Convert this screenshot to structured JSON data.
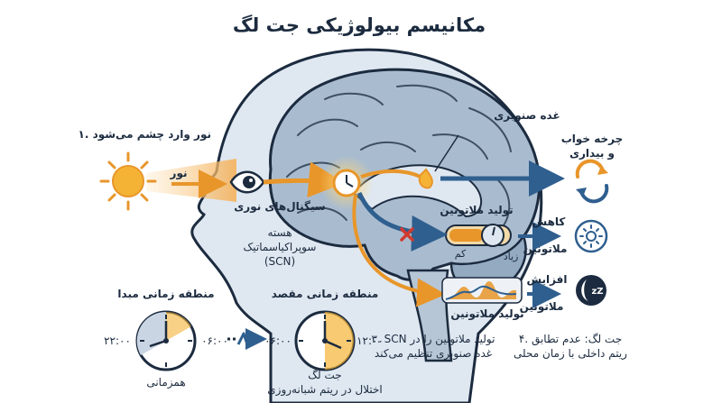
{
  "title": "مکانیسم بیولوژیکی جت لگ",
  "labels": {
    "light_enters_eye": "۱. نور وارد چشم می‌شود",
    "light": "نور",
    "light_signals": "سیگنال‌های نوری",
    "scn_line1": "هسته",
    "scn_line2": "سوپراکیاسماتیک",
    "scn_line3": "(SCN)",
    "pineal_gland": "غده صنوبری",
    "sleep_wake_line1": "چرخه خواب",
    "sleep_wake_line2": "و بیداری",
    "melatonin_production_top": "تولید ملاتونین",
    "melatonin_production_bottom": "تولید ملاتونین",
    "more": "زیاد",
    "less": "کم",
    "decrease": "کاهش",
    "increase": "افزایش",
    "melatonin_1": "ملاتونین",
    "melatonin_2": "ملاتونین",
    "origin_zone": "منطقه زمانی مبدا",
    "dest_zone": "منطقه زمانی مقصد",
    "origin_time_left": "۲۲:۰۰",
    "origin_time_right": "۰۶:۰۰",
    "dest_time_left": "۰۶:۰۰",
    "dest_time_right": "۱۲:۰۰",
    "synchronized": "همزمانی",
    "jetlag_line1": "جت لگ",
    "jetlag_line2": "اختلال در ریتم شبانه‌روزی",
    "step3_line1": "۳. SCN تولید ملاتونین را در",
    "step3_line2": "غده صنوبری تنظیم می‌کند",
    "step4_line1": "۴. جت لگ: عدم تطابق",
    "step4_line2": "ریتم داخلی با زمان محلی"
  },
  "icons": [
    "sun-icon",
    "eye-icon",
    "clock-icon",
    "cycle-icon",
    "sun-day-icon",
    "moon-sleep-icon",
    "x-mark-icon",
    "flight-arrow-icon"
  ],
  "colors": {
    "navy": "#1c2b3f",
    "orange": "#e8962a",
    "blue": "#2f5f8f",
    "brain": "#a9bccf",
    "head": "#dfe8f1",
    "red": "#d13a2f"
  }
}
